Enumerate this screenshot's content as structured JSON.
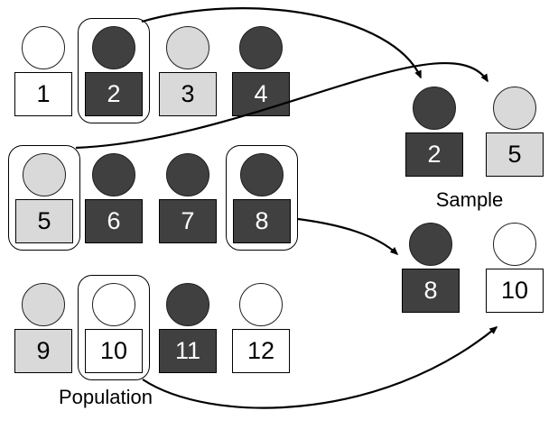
{
  "diagram": {
    "population_label": "Population",
    "sample_label": "Sample",
    "colors": {
      "dark": "#404040",
      "light": "#d9d9d9",
      "white": "#ffffff",
      "outline": "#000000"
    },
    "population": [
      {
        "label": "1",
        "shade": "white",
        "selected": false
      },
      {
        "label": "2",
        "shade": "dark",
        "selected": true
      },
      {
        "label": "3",
        "shade": "light",
        "selected": false
      },
      {
        "label": "4",
        "shade": "dark",
        "selected": false
      },
      {
        "label": "5",
        "shade": "light",
        "selected": true
      },
      {
        "label": "6",
        "shade": "dark",
        "selected": false
      },
      {
        "label": "7",
        "shade": "dark",
        "selected": false
      },
      {
        "label": "8",
        "shade": "dark",
        "selected": true
      },
      {
        "label": "9",
        "shade": "light",
        "selected": false
      },
      {
        "label": "10",
        "shade": "white",
        "selected": true
      },
      {
        "label": "11",
        "shade": "dark",
        "selected": false
      },
      {
        "label": "12",
        "shade": "white",
        "selected": false
      }
    ],
    "sample": [
      {
        "label": "2",
        "shade": "dark"
      },
      {
        "label": "5",
        "shade": "light"
      },
      {
        "label": "8",
        "shade": "dark"
      },
      {
        "label": "10",
        "shade": "white"
      }
    ]
  }
}
